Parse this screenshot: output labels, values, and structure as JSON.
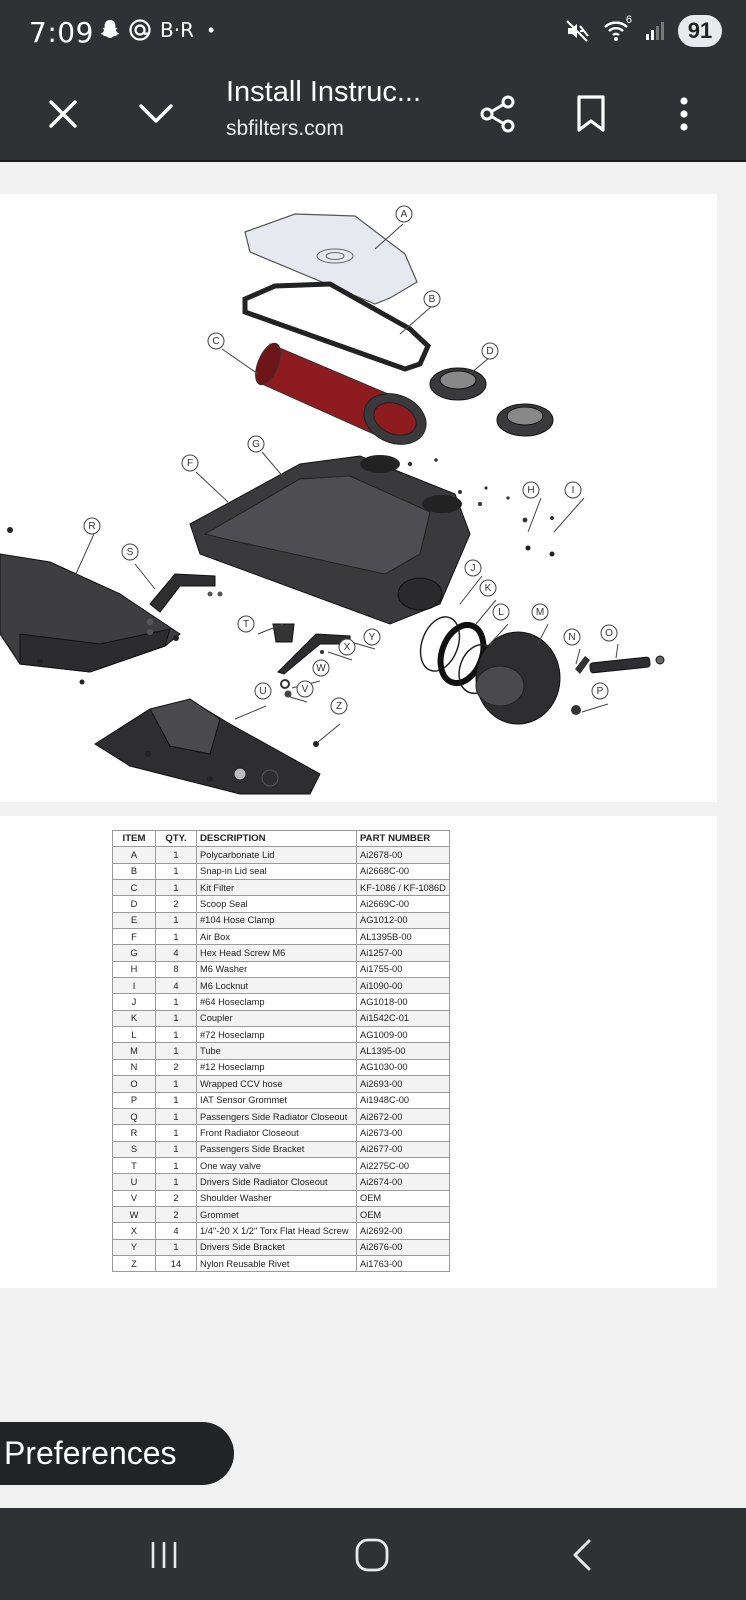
{
  "status_bar": {
    "time": "7:09",
    "notification_icons": [
      "snapchat-icon",
      "threads-icon"
    ],
    "br_label": "B·R",
    "dot": "•",
    "battery": "91",
    "signal_label": "6"
  },
  "toolbar": {
    "title": "Install Instruc...",
    "domain": "sbfilters.com"
  },
  "diagram": {
    "callouts": [
      "A",
      "B",
      "C",
      "D",
      "F",
      "G",
      "H",
      "I",
      "J",
      "K",
      "L",
      "M",
      "N",
      "O",
      "P",
      "R",
      "S",
      "T",
      "U",
      "V",
      "W",
      "X",
      "Y",
      "Z"
    ]
  },
  "parts_table": {
    "headers": [
      "ITEM",
      "QTY.",
      "DESCRIPTION",
      "PART NUMBER"
    ],
    "rows": [
      [
        "A",
        "1",
        "Polycarbonate Lid",
        "Ai2678-00"
      ],
      [
        "B",
        "1",
        "Snap-in Lid seal",
        "Ai2668C-00"
      ],
      [
        "C",
        "1",
        "Kit Filter",
        "KF-1086 / KF-1086D"
      ],
      [
        "D",
        "2",
        "Scoop Seal",
        "Ai2669C-00"
      ],
      [
        "E",
        "1",
        "#104 Hose Clamp",
        "AG1012-00"
      ],
      [
        "F",
        "1",
        "Air Box",
        "AL1395B-00"
      ],
      [
        "G",
        "4",
        "Hex Head Screw M6",
        "Ai1257-00"
      ],
      [
        "H",
        "8",
        "M6 Washer",
        "Ai1755-00"
      ],
      [
        "I",
        "4",
        "M6 Locknut",
        "Ai1090-00"
      ],
      [
        "J",
        "1",
        "#64 Hoseclamp",
        "AG1018-00"
      ],
      [
        "K",
        "1",
        "Coupler",
        "Ai1542C-01"
      ],
      [
        "L",
        "1",
        "#72 Hoseclamp",
        "AG1009-00"
      ],
      [
        "M",
        "1",
        "Tube",
        "AL1395-00"
      ],
      [
        "N",
        "2",
        "#12 Hoseclamp",
        "AG1030-00"
      ],
      [
        "O",
        "1",
        "Wrapped CCV hose",
        "Ai2693-00"
      ],
      [
        "P",
        "1",
        "IAT Sensor Grommet",
        "Ai1948C-00"
      ],
      [
        "Q",
        "1",
        "Passengers Side Radiator Closeout",
        "Ai2672-00"
      ],
      [
        "R",
        "1",
        "Front Radiator Closeout",
        "Ai2673-00"
      ],
      [
        "S",
        "1",
        "Passengers Side Bracket",
        "Ai2677-00"
      ],
      [
        "T",
        "1",
        "One way valve",
        "Ai2275C-00"
      ],
      [
        "U",
        "1",
        "Drivers Side Radiator Closeout",
        "Ai2674-00"
      ],
      [
        "V",
        "2",
        "Shoulder Washer",
        "OEM"
      ],
      [
        "W",
        "2",
        "Grommet",
        "OEM"
      ],
      [
        "X",
        "4",
        "1/4\"-20 X 1/2\" Torx Flat Head Screw",
        "Ai2692-00"
      ],
      [
        "Y",
        "1",
        "Drivers Side Bracket",
        "Ai2676-00"
      ],
      [
        "Z",
        "14",
        "Nylon Reusable Rivet",
        "Ai1763-00"
      ]
    ]
  },
  "preferences_button": {
    "label": "Preferences"
  },
  "nav_bar": {
    "icons": [
      "recent-apps-icon",
      "home-icon",
      "back-icon"
    ]
  },
  "colors": {
    "toolbar_bg": "#303134",
    "page_bg": "#f1f1f2",
    "filter_red": "#8e1b1f",
    "part_dark": "#3a3a3c"
  }
}
